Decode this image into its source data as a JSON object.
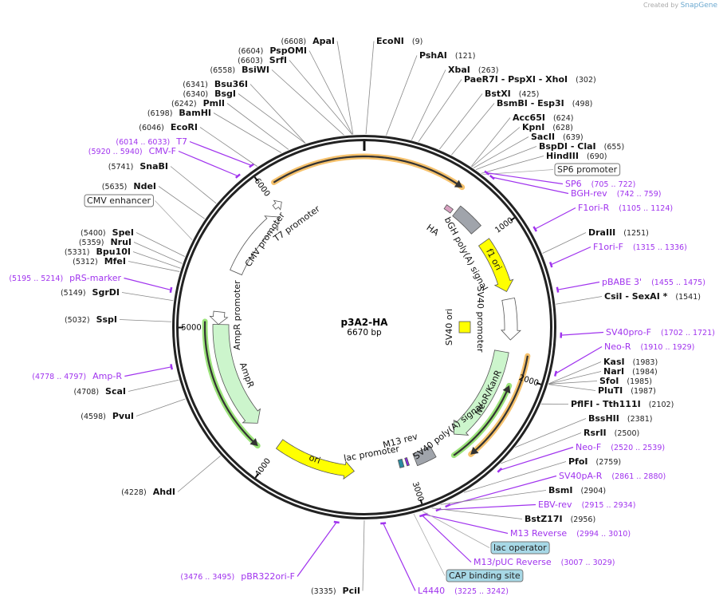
{
  "header": {
    "created_by": "Created by",
    "brand": "SnapGene"
  },
  "plasmid": {
    "name": "p3A2-HA",
    "length_label": "6670 bp",
    "length": 6670
  },
  "colors": {
    "enzyme": "#111111",
    "primer": "#a033ee",
    "ring": "#222222",
    "orf_highlight": "#f5c16c",
    "orf_green": "#9be37a",
    "box_fill_blue": "#a7d8e6"
  },
  "ticks": [
    {
      "label": "1000",
      "pos": 1000
    },
    {
      "label": "2000",
      "pos": 2000
    },
    {
      "label": "3000",
      "pos": 3000
    },
    {
      "label": "4000",
      "pos": 4000
    },
    {
      "label": "5000",
      "pos": 5000
    },
    {
      "label": "6000",
      "pos": 6000
    }
  ],
  "sites": [
    {
      "type": "enzyme",
      "name": "EcoNI",
      "loc": "(9)",
      "pos": 9
    },
    {
      "type": "enzyme",
      "name": "PshAI",
      "loc": "(121)",
      "pos": 121
    },
    {
      "type": "enzyme",
      "name": "XbaI",
      "loc": "(263)",
      "pos": 263
    },
    {
      "type": "enzyme",
      "name": "PaeR7I  - PspXI  - XhoI",
      "loc": "(302)",
      "pos": 302
    },
    {
      "type": "enzyme",
      "name": "BstXI",
      "loc": "(425)",
      "pos": 425
    },
    {
      "type": "enzyme",
      "name": "BsmBI  - Esp3I",
      "loc": "(498)",
      "pos": 498
    },
    {
      "type": "enzyme",
      "name": "Acc65I",
      "loc": "(624)",
      "pos": 624
    },
    {
      "type": "enzyme",
      "name": "KpnI",
      "loc": "(628)",
      "pos": 628
    },
    {
      "type": "enzyme",
      "name": "SacII",
      "loc": "(639)",
      "pos": 639
    },
    {
      "type": "enzyme",
      "name": "BspDI  - ClaI",
      "loc": "(655)",
      "pos": 655
    },
    {
      "type": "enzyme",
      "name": "HindIII",
      "loc": "(690)",
      "pos": 690
    },
    {
      "type": "box",
      "name": "SP6 promoter",
      "pos": 700,
      "fill": "#ffffff"
    },
    {
      "type": "primer",
      "name": "SP6",
      "loc": "(705 .. 722)",
      "pos": 713
    },
    {
      "type": "primer",
      "name": "BGH-rev",
      "loc": "(742 .. 759)",
      "pos": 750
    },
    {
      "type": "primer",
      "name": "F1ori-R",
      "loc": "(1105 .. 1124)",
      "pos": 1114
    },
    {
      "type": "enzyme",
      "name": "DraIII",
      "loc": "(1251)",
      "pos": 1251
    },
    {
      "type": "primer",
      "name": "F1ori-F",
      "loc": "(1315 .. 1336)",
      "pos": 1325
    },
    {
      "type": "primer",
      "name": "pBABE 3'",
      "loc": "(1455 .. 1475)",
      "pos": 1465
    },
    {
      "type": "enzyme",
      "name": "CsiI  - SexAI *",
      "loc": "(1541)",
      "pos": 1541
    },
    {
      "type": "primer",
      "name": "SV40pro-F",
      "loc": "(1702 .. 1721)",
      "pos": 1711
    },
    {
      "type": "primer",
      "name": "Neo-R",
      "loc": "(1910 .. 1929)",
      "pos": 1920
    },
    {
      "type": "enzyme",
      "name": "KasI",
      "loc": "(1983)",
      "pos": 1983
    },
    {
      "type": "enzyme",
      "name": "NarI",
      "loc": "(1984)",
      "pos": 1984
    },
    {
      "type": "enzyme",
      "name": "SfoI",
      "loc": "(1985)",
      "pos": 1985
    },
    {
      "type": "enzyme",
      "name": "PluTI",
      "loc": "(1987)",
      "pos": 1987
    },
    {
      "type": "enzyme",
      "name": "PflFI  - Tth111I",
      "loc": "(2102)",
      "pos": 2102
    },
    {
      "type": "enzyme",
      "name": "BssHII",
      "loc": "(2381)",
      "pos": 2381
    },
    {
      "type": "enzyme",
      "name": "RsrII",
      "loc": "(2500)",
      "pos": 2500
    },
    {
      "type": "primer",
      "name": "Neo-F",
      "loc": "(2520 .. 2539)",
      "pos": 2530
    },
    {
      "type": "enzyme",
      "name": "PfoI",
      "loc": "(2759)",
      "pos": 2759
    },
    {
      "type": "primer",
      "name": "SV40pA-R",
      "loc": "(2861 .. 2880)",
      "pos": 2870
    },
    {
      "type": "enzyme",
      "name": "BsmI",
      "loc": "(2904)",
      "pos": 2904
    },
    {
      "type": "primer",
      "name": "EBV-rev",
      "loc": "(2915 .. 2934)",
      "pos": 2925
    },
    {
      "type": "enzyme",
      "name": "BstZ17I",
      "loc": "(2956)",
      "pos": 2956
    },
    {
      "type": "primer",
      "name": "M13 Reverse",
      "loc": "(2994 .. 3010)",
      "pos": 3002
    },
    {
      "type": "box",
      "name": "lac operator",
      "pos": 3010,
      "fill": "#a7d8e6"
    },
    {
      "type": "primer",
      "name": "M13/pUC Reverse",
      "loc": "(3007 .. 3029)",
      "pos": 3018
    },
    {
      "type": "box",
      "name": "CAP binding site",
      "pos": 3060,
      "fill": "#a7d8e6"
    },
    {
      "type": "primer",
      "name": "L4440",
      "loc": "(3225 .. 3242)",
      "pos": 3233
    },
    {
      "type": "enzyme",
      "name": "PciI",
      "loc": "(3335)",
      "pos": 3335
    },
    {
      "type": "primer",
      "name": "pBR322ori-F",
      "loc": "(3476 .. 3495)",
      "pos": 3485
    },
    {
      "type": "enzyme",
      "name": "AhdI",
      "loc": "(4228)",
      "pos": 4228
    },
    {
      "type": "enzyme",
      "name": "PvuI",
      "loc": "(4598)",
      "pos": 4598
    },
    {
      "type": "enzyme",
      "name": "ScaI",
      "loc": "(4708)",
      "pos": 4708
    },
    {
      "type": "primer",
      "name": "Amp-R",
      "loc": "(4778 .. 4797)",
      "pos": 4787
    },
    {
      "type": "enzyme",
      "name": "SspI",
      "loc": "(5032)",
      "pos": 5032
    },
    {
      "type": "enzyme",
      "name": "SgrDI",
      "loc": "(5149)",
      "pos": 5149
    },
    {
      "type": "primer",
      "name": "pRS-marker",
      "loc": "(5195 .. 5214)",
      "pos": 5204
    },
    {
      "type": "enzyme",
      "name": "MfeI",
      "loc": "(5312)",
      "pos": 5312
    },
    {
      "type": "enzyme",
      "name": "Bpu10I",
      "loc": "(5331)",
      "pos": 5331
    },
    {
      "type": "enzyme",
      "name": "NruI",
      "loc": "(5359)",
      "pos": 5359
    },
    {
      "type": "enzyme",
      "name": "SpeI",
      "loc": "(5400)",
      "pos": 5400
    },
    {
      "type": "box",
      "name": "CMV enhancer",
      "pos": 5500,
      "fill": "#ffffff"
    },
    {
      "type": "enzyme",
      "name": "NdeI",
      "loc": "(5635)",
      "pos": 5635
    },
    {
      "type": "enzyme",
      "name": "SnaBI",
      "loc": "(5741)",
      "pos": 5741
    },
    {
      "type": "primer",
      "name": "CMV-F",
      "loc": "(5920 .. 5940)",
      "pos": 5930
    },
    {
      "type": "primer",
      "name": "T7",
      "loc": "(6014 .. 6033)",
      "pos": 6023
    },
    {
      "type": "enzyme",
      "name": "EcoRI",
      "loc": "(6046)",
      "pos": 6046
    },
    {
      "type": "enzyme",
      "name": "BamHI",
      "loc": "(6198)",
      "pos": 6198
    },
    {
      "type": "enzyme",
      "name": "PmlI",
      "loc": "(6242)",
      "pos": 6242
    },
    {
      "type": "enzyme",
      "name": "BsgI",
      "loc": "(6340)",
      "pos": 6340
    },
    {
      "type": "enzyme",
      "name": "Bsu36I",
      "loc": "(6341)",
      "pos": 6341
    },
    {
      "type": "enzyme",
      "name": "BsiWI",
      "loc": "(6558)",
      "pos": 6558
    },
    {
      "type": "enzyme",
      "name": "SrfI",
      "loc": "(6603)",
      "pos": 6603
    },
    {
      "type": "enzyme",
      "name": "PspOMI",
      "loc": "(6604)",
      "pos": 6604
    },
    {
      "type": "enzyme",
      "name": "ApaI",
      "loc": "(6608)",
      "pos": 6608
    }
  ],
  "features": [
    {
      "label": "",
      "kind": "orf",
      "start": 6077,
      "end": 648,
      "dir": 1,
      "color": "#f5c16c"
    },
    {
      "label": "",
      "kind": "orf",
      "start": 1853,
      "end": 2594,
      "dir": 1,
      "color": "#f5c16c"
    },
    {
      "label": "",
      "kind": "orf",
      "start": 2075,
      "end": 2687,
      "dir": -1,
      "color": "#9be37a"
    },
    {
      "label": "",
      "kind": "orf",
      "start": 4113,
      "end": 5040,
      "dir": -1,
      "color": "#9be37a"
    },
    {
      "label": "CMV promoter",
      "kind": "arrow",
      "start": 5430,
      "end": 5967,
      "dir": 1,
      "color": "#ffffff"
    },
    {
      "label": "T7 promoter",
      "kind": "arrow",
      "start": 5985,
      "end": 6050,
      "dir": 1,
      "color": "#ffffff"
    },
    {
      "label": "HA",
      "kind": "box",
      "start": 630,
      "end": 686,
      "dir": 0,
      "color": "#d8a0c0"
    },
    {
      "label": "bGH poly(A) signal",
      "kind": "box",
      "start": 713,
      "end": 908,
      "dir": 0,
      "color": "#a0a4ab"
    },
    {
      "label": "f1 ori",
      "kind": "arrow",
      "start": 1012,
      "end": 1408,
      "dir": 1,
      "color": "#ffff00"
    },
    {
      "label": "SV40 promoter",
      "kind": "arrow",
      "start": 1464,
      "end": 1760,
      "dir": 1,
      "color": "#ffffff"
    },
    {
      "label": "SV40 ori",
      "kind": "square",
      "start": 1660,
      "end": 1680,
      "dir": 0,
      "color": "#ffff00"
    },
    {
      "label": "NeoR/KanR",
      "kind": "arrow",
      "start": 1853,
      "end": 2594,
      "dir": 1,
      "color": "#ccf5cc"
    },
    {
      "label": "SV40 poly(A) signal",
      "kind": "box",
      "start": 2798,
      "end": 2946,
      "dir": 0,
      "color": "#a0a4ab"
    },
    {
      "label": "M13 rev",
      "kind": "box",
      "start": 3000,
      "end": 3017,
      "dir": 0,
      "color": "#8a2be2"
    },
    {
      "label": "lac promoter",
      "kind": "box",
      "start": 3040,
      "end": 3071,
      "dir": 0,
      "color": "#2a8aa0"
    },
    {
      "label": "ori",
      "kind": "arrow",
      "start": 3409,
      "end": 4002,
      "dir": -1,
      "color": "#ffff00"
    },
    {
      "label": "AmpR",
      "kind": "arrow",
      "start": 4225,
      "end": 5022,
      "dir": -1,
      "color": "#ccf5cc"
    },
    {
      "label": "AmpR promoter",
      "kind": "arrow",
      "start": 5022,
      "end": 5114,
      "dir": -1,
      "color": "#ffffff"
    }
  ]
}
